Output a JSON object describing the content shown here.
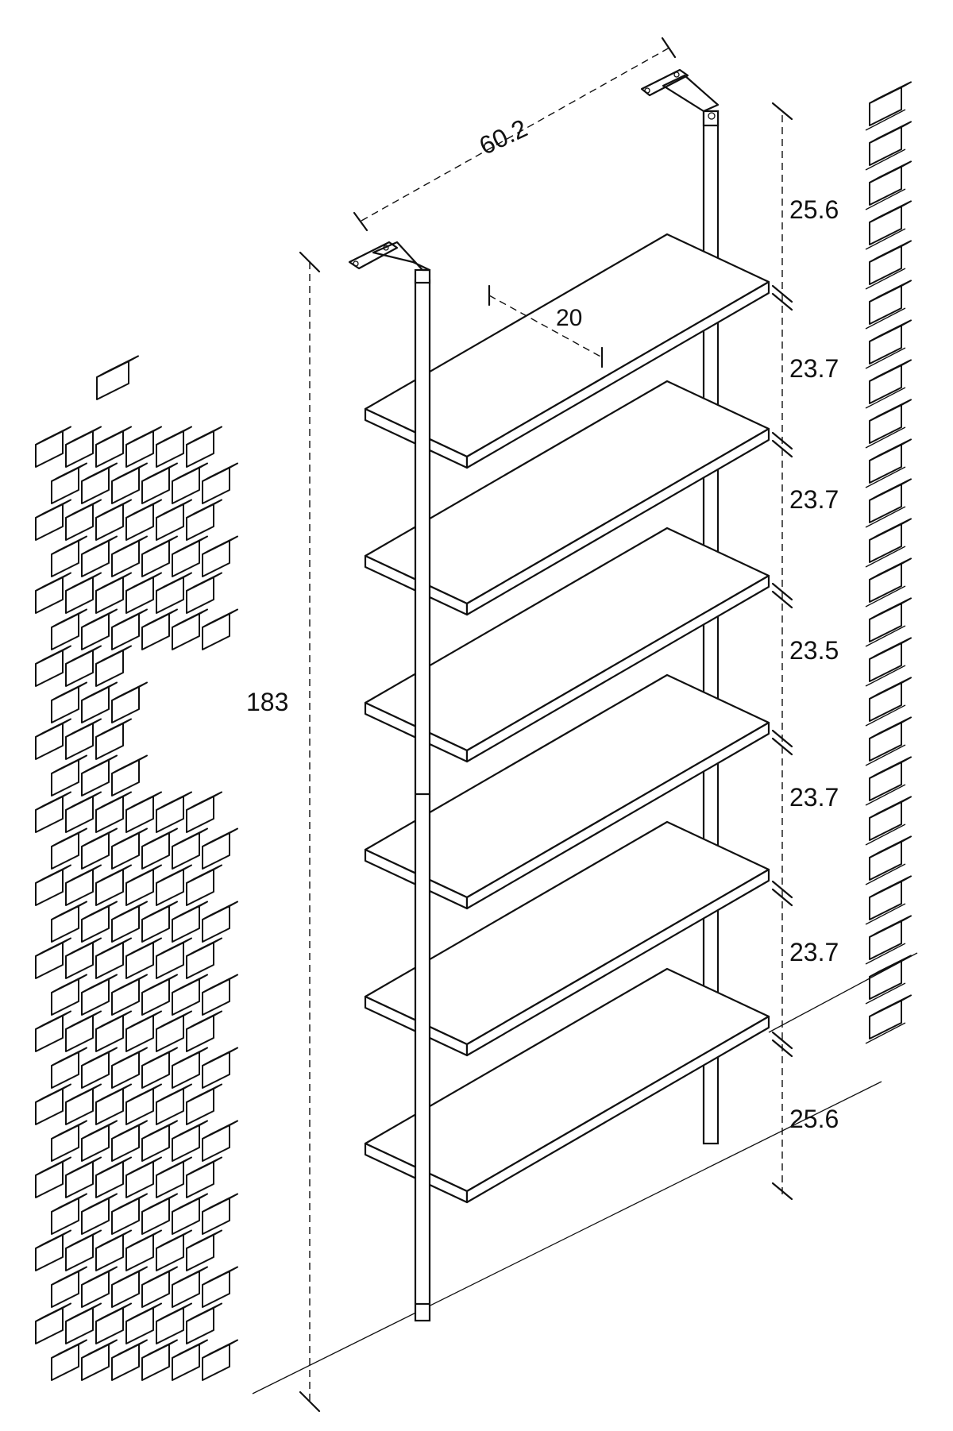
{
  "diagram": {
    "dimensions": {
      "total_height": "183",
      "width": "60.2",
      "depth": "20",
      "spacings": [
        "25.6",
        "23.7",
        "23.7",
        "23.5",
        "23.7",
        "23.7",
        "25.6"
      ]
    },
    "shelf_count": 6,
    "colors": {
      "ink": "#111111",
      "paper": "#ffffff"
    }
  }
}
